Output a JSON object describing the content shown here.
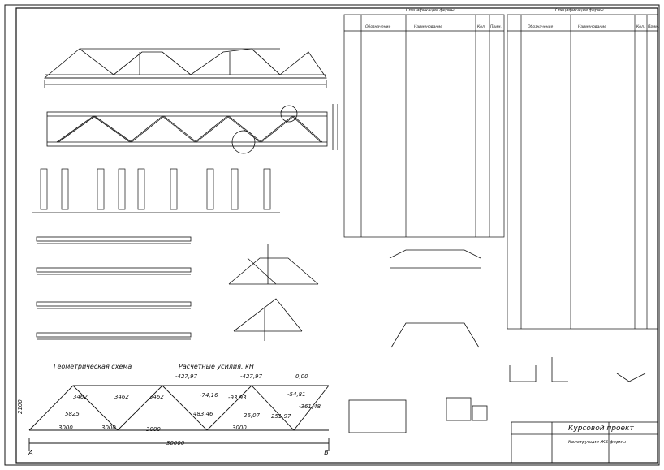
{
  "sheet": {
    "truss_spans": [
      "3000",
      "3000",
      "3000",
      "3000"
    ],
    "total_span": "30000",
    "height": "2100",
    "axis_left": "A",
    "axis_right": "B"
  },
  "geometric_scheme": {
    "title": "Геометрическая схема",
    "labels": [
      "3462",
      "3462",
      "3462",
      "5825"
    ]
  },
  "design_scheme": {
    "title": "Расчетные усилия, кН",
    "labels": [
      "-427,97",
      "-427,97",
      "0,00",
      "-74,16",
      "-93,93",
      "251,97",
      "-54,81",
      "-361,48",
      "483,46",
      "26,07"
    ]
  },
  "title_block": {
    "project": "Курсовой проект",
    "subject": "Конструкция ЖБ фермы"
  },
  "tables": {
    "left_title": "Спецификация фермы",
    "right_title": "Спецификация фермы",
    "header_designation": "Обозначение",
    "header_name": "Наименование",
    "header_qty": "Кол.",
    "header_note": "Прим."
  }
}
